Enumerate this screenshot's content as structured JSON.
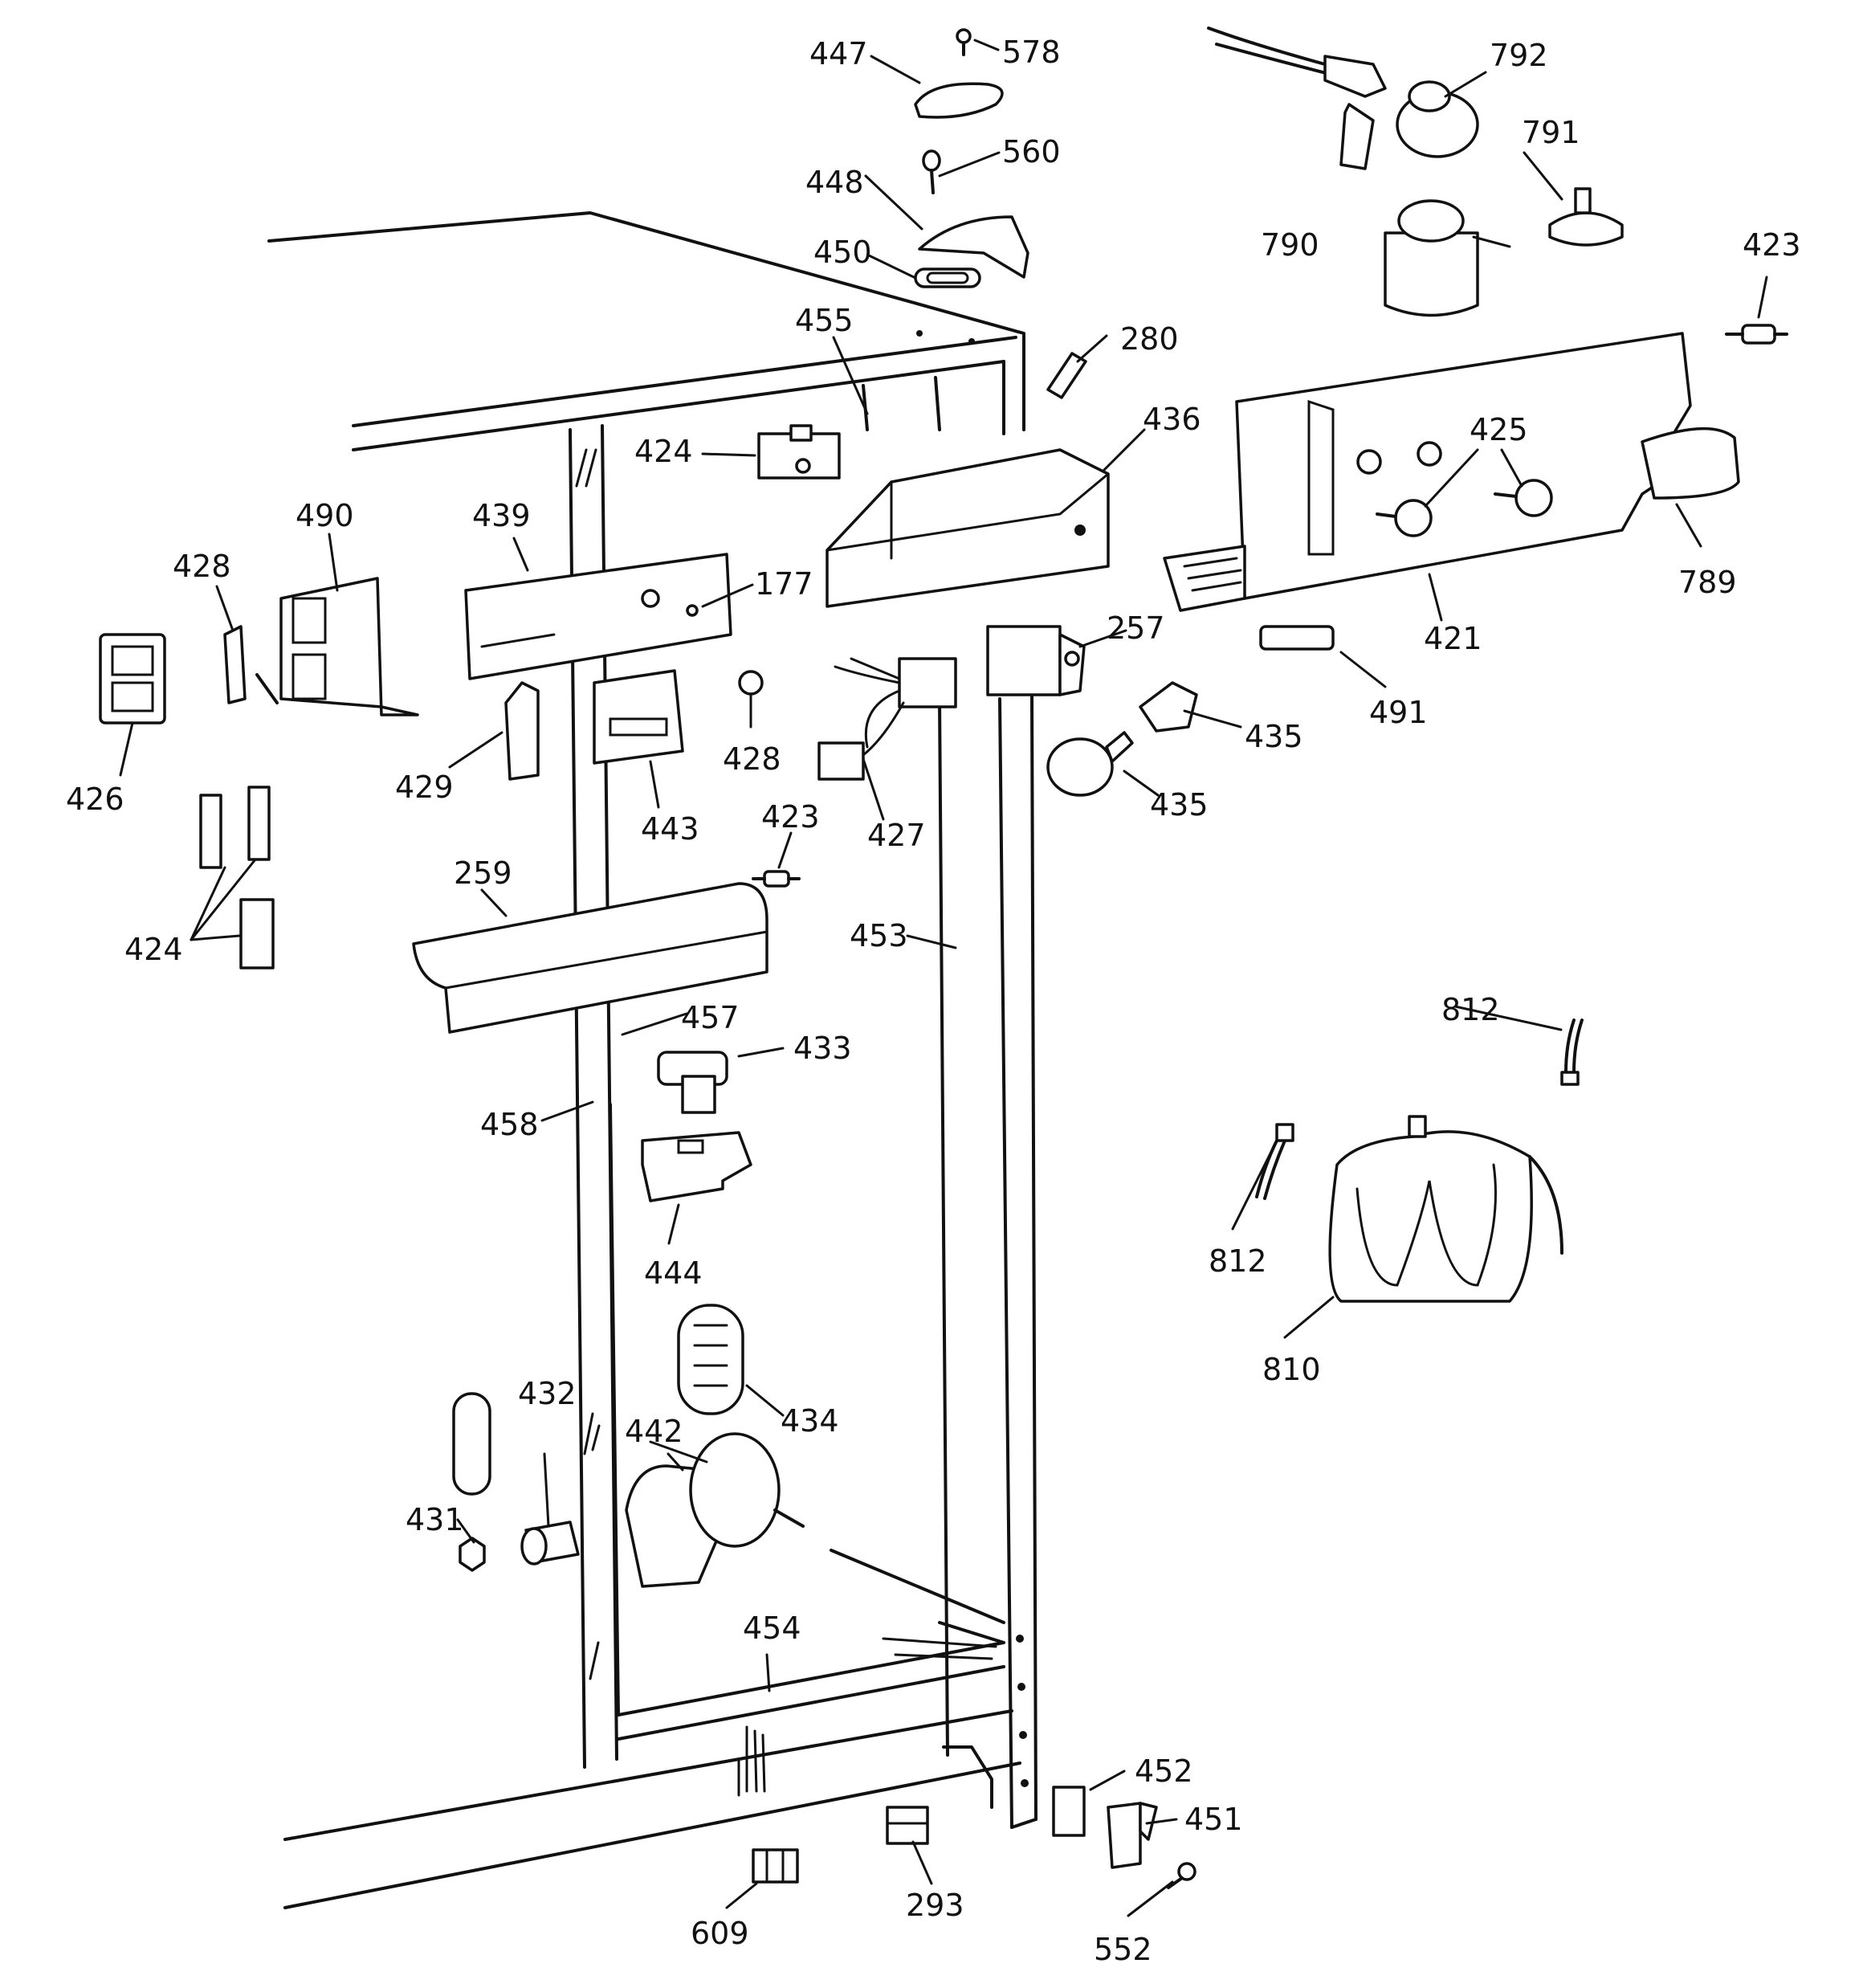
{
  "callouts": {
    "c447": "447",
    "c578": "578",
    "c792": "792",
    "c560": "560",
    "c791": "791",
    "c448": "448",
    "c450": "450",
    "c790": "790",
    "c423a": "423",
    "c455": "455",
    "c280": "280",
    "c436": "436",
    "c425": "425",
    "c424a": "424",
    "c490": "490",
    "c439": "439",
    "c428a": "428",
    "c177": "177",
    "c257": "257",
    "c789": "789",
    "c421": "421",
    "c491": "491",
    "c435a": "435",
    "c435b": "435",
    "c426": "426",
    "c429": "429",
    "c443": "443",
    "c428b": "428",
    "c427": "427",
    "c423b": "423",
    "c424b": "424",
    "c259": "259",
    "c453": "453",
    "c812a": "812",
    "c457": "457",
    "c433": "433",
    "c458": "458",
    "c812b": "812",
    "c444": "444",
    "c810": "810",
    "c434": "434",
    "c432": "432",
    "c442": "442",
    "c431": "431",
    "c454": "454",
    "c452": "452",
    "c451": "451",
    "c293": "293",
    "c609": "609",
    "c552": "552"
  }
}
